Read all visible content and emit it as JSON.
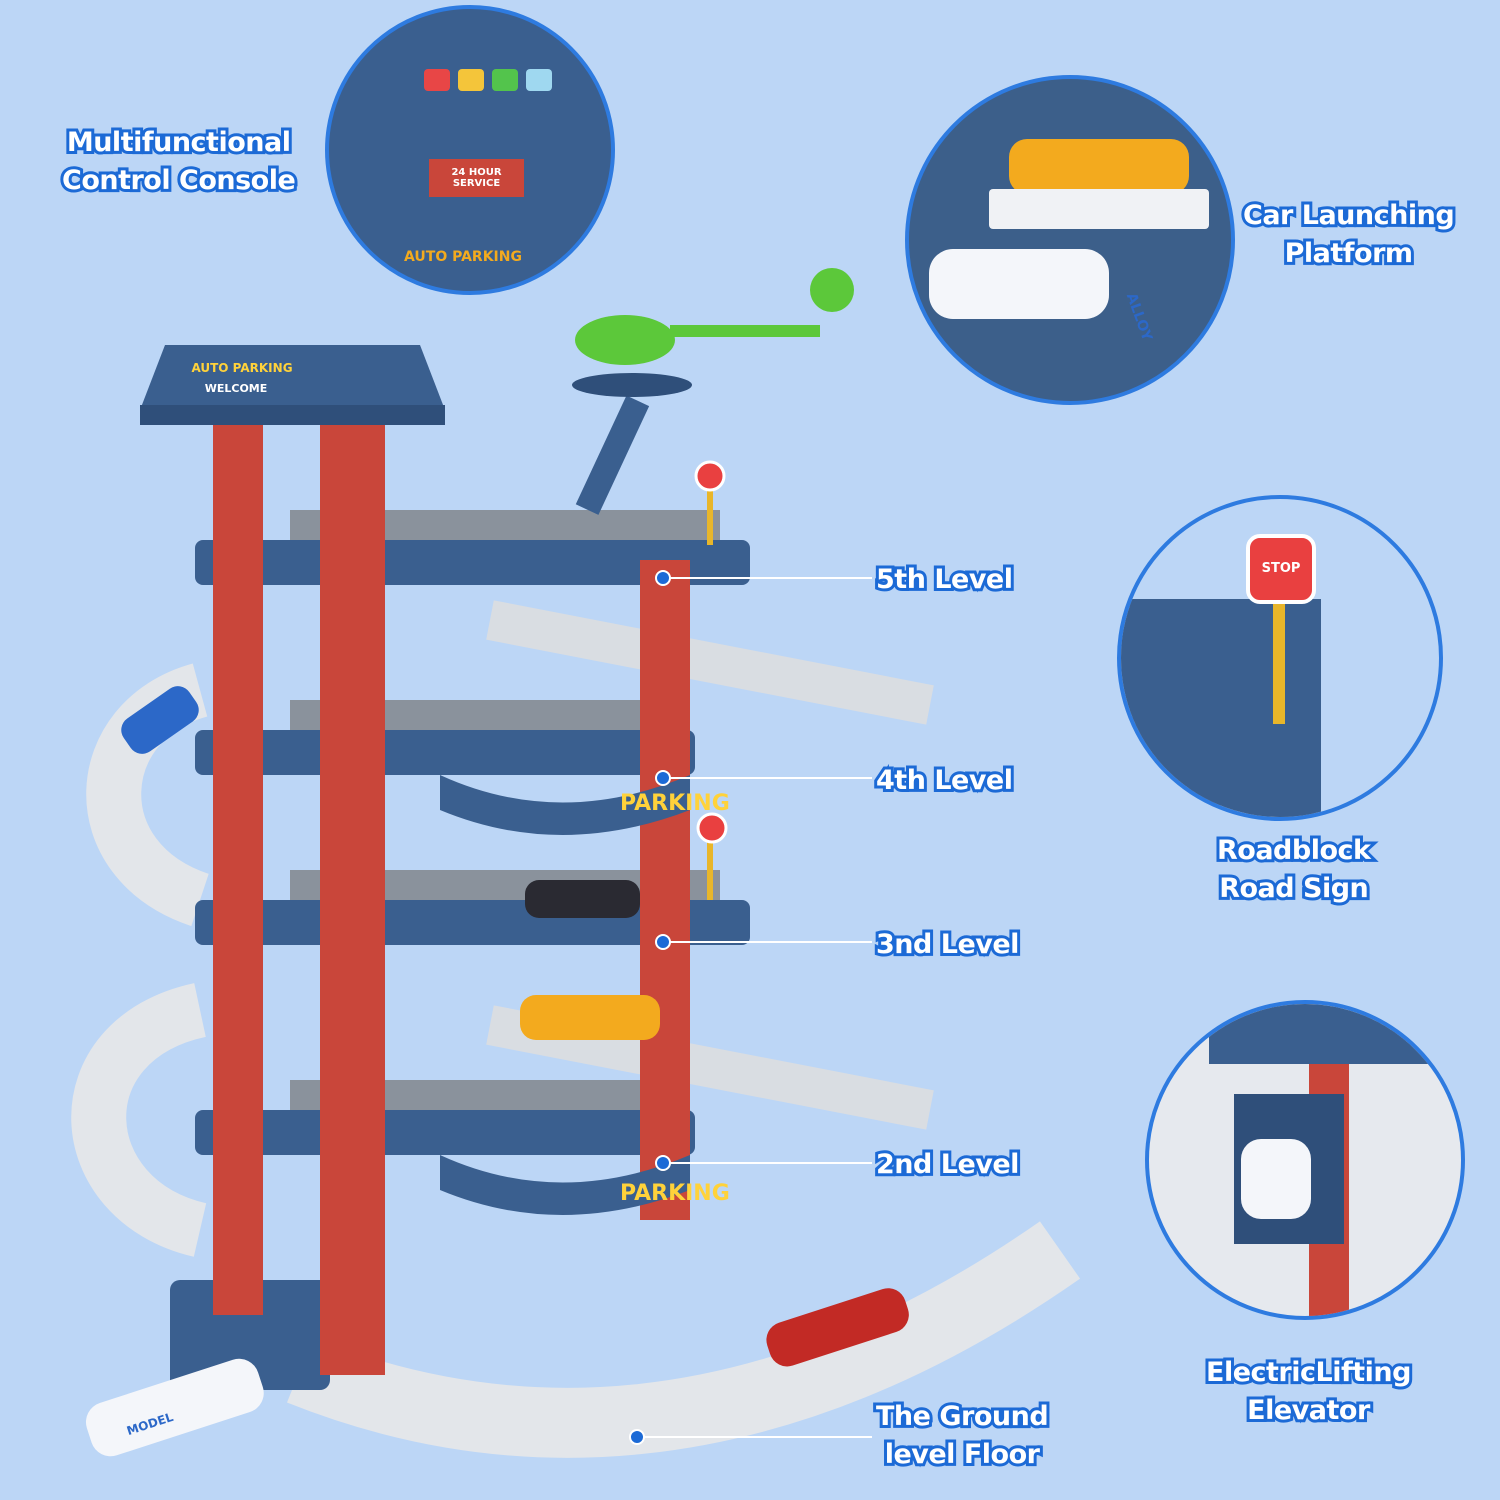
{
  "callouts": {
    "console": [
      "Multifunctional",
      "Control Console"
    ],
    "launching": [
      "Car Launching",
      "Platform"
    ],
    "level5": "5th Level",
    "level4": "4th Level",
    "level3": "3nd Level",
    "level2": "2nd Level",
    "ground": [
      "The Ground",
      "level Floor"
    ],
    "roadsign": [
      "Roadblock",
      "Road Sign"
    ],
    "elevator": [
      "ElectricLifting",
      "Elevator"
    ]
  },
  "product_lettering": {
    "sign_top": "AUTO PARKING",
    "sign_welcome": "WELCOME",
    "service": "24 HOUR SERVICE",
    "stop": "STOP",
    "parking": "PARKING",
    "alloy": "ALLOY",
    "model": "MODEL"
  },
  "colors": {
    "background": "#bcd6f6",
    "accent_blue": "#1c6ad6",
    "structure_blue": "#3a5f8f",
    "pillar_red": "#c9463a",
    "track_grey": "#e3e6ea"
  }
}
